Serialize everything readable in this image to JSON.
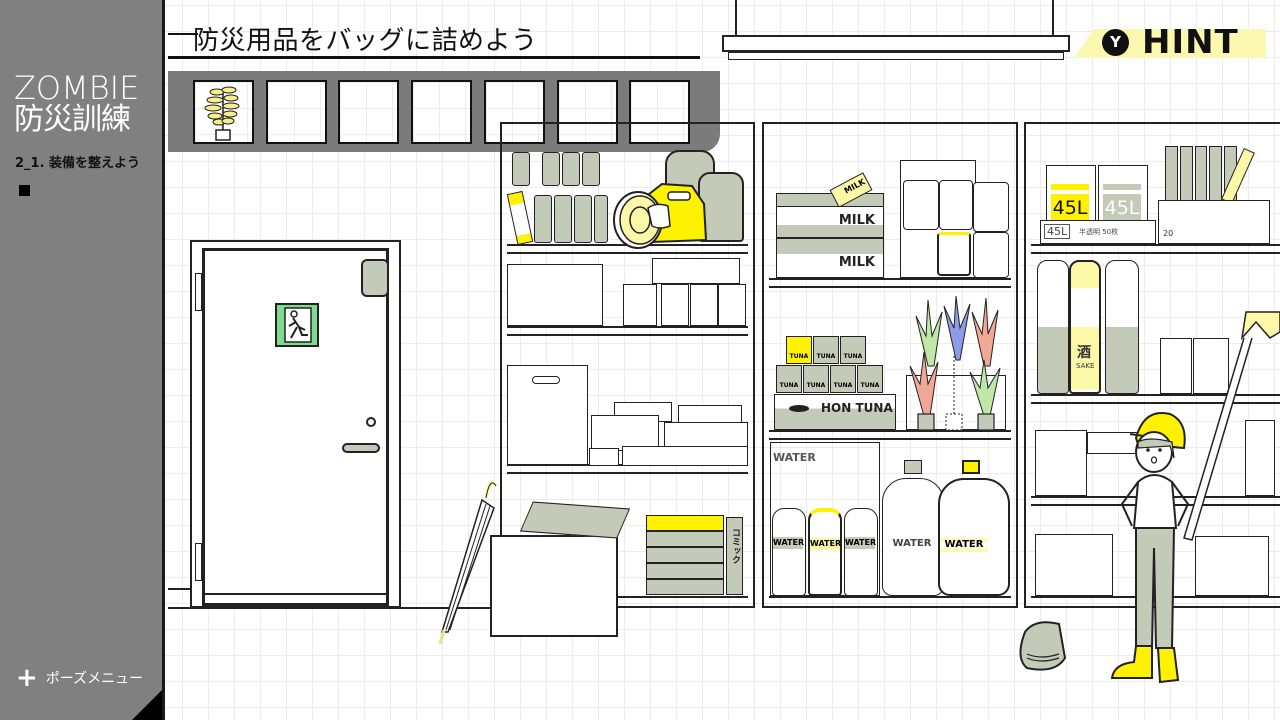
{
  "sidebar": {
    "logo_en": "ZOMBIE",
    "logo_ja": "防災訓練",
    "chapter": "2_1. 装備を整えよう",
    "pause_icon": "+",
    "pause_menu": "ポーズメニュー"
  },
  "task": {
    "title": "防災用品をバッグに詰めよう"
  },
  "inventory": {
    "slots": [
      {
        "item": "potted-plant",
        "filled": true
      },
      {
        "item": "",
        "filled": false
      },
      {
        "item": "",
        "filled": false
      },
      {
        "item": "",
        "filled": false
      },
      {
        "item": "",
        "filled": false
      },
      {
        "item": "",
        "filled": false
      },
      {
        "item": "",
        "filled": false
      }
    ]
  },
  "hint": {
    "button": "Y",
    "label": "HINT"
  },
  "scene": {
    "milk": [
      "MILK",
      "MILK",
      "MILK"
    ],
    "bag_big": "45L",
    "bag_big2": "45L",
    "bag_box_label": "45L",
    "bag_box_desc": "半透明 50枚",
    "envelope_count": "20",
    "tuna_small": "TUNA",
    "tuna_box": "HON TUNA",
    "water_box": "WATER",
    "water_labels": [
      "WATER",
      "WATER",
      "WATER",
      "WATER",
      "WATER"
    ],
    "sake_kanji": "酒",
    "sake_label": "SAKE",
    "comic_label": "コミック"
  },
  "colors": {
    "sidebar": "#808080",
    "highlight_yellow": "#fff200",
    "hint_bg": "#fdf8b0",
    "item_gray": "#c3cab8",
    "exit_green": "#7fdc8f"
  }
}
